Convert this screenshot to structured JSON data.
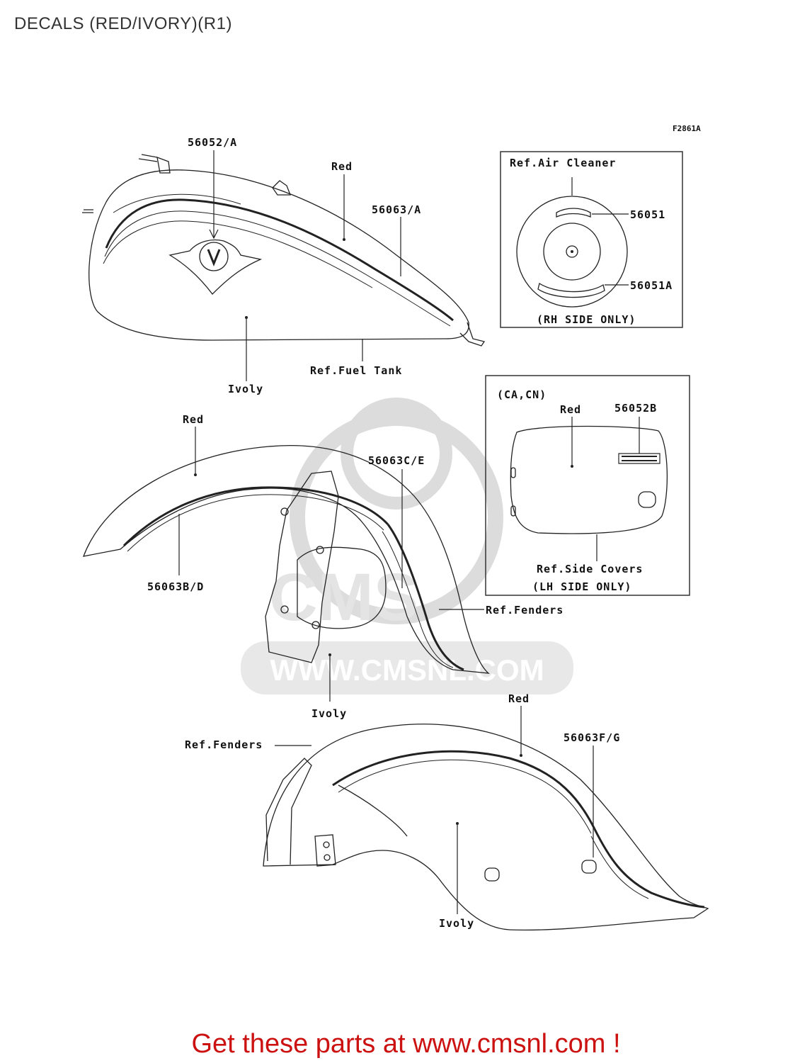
{
  "page": {
    "title": "DECALS (RED/IVORY)(R1)",
    "promo": "Get these parts at www.cmsnl.com !"
  },
  "figure_code": "F2861A",
  "watermark": {
    "brand": "CMS",
    "url": "WWW.CMSNL.COM"
  },
  "fuel_tank": {
    "ref": "Ref.Fuel Tank",
    "color_top": "Red",
    "color_bottom": "Ivoly",
    "parts": [
      "56052/A",
      "56063/A"
    ]
  },
  "air_cleaner": {
    "ref": "Ref.Air Cleaner",
    "parts": [
      "56051",
      "56051A"
    ],
    "note": "(RH SIDE ONLY)"
  },
  "side_covers": {
    "region": "(CA,CN)",
    "color": "Red",
    "part": "56052B",
    "ref": "Ref.Side Covers",
    "note": "(LH SIDE ONLY)"
  },
  "front_fender": {
    "color_top": "Red",
    "color_bottom": "Ivoly",
    "parts": [
      "56063C/E",
      "56063B/D"
    ],
    "ref": "Ref.Fenders"
  },
  "rear_fender": {
    "color_top": "Red",
    "color_bottom": "Ivoly",
    "parts": [
      "56063F/G"
    ],
    "ref": "Ref.Fenders"
  },
  "colors": {
    "promo": "#cc1111",
    "line": "#222222",
    "watermark": "#d4d4d4"
  }
}
